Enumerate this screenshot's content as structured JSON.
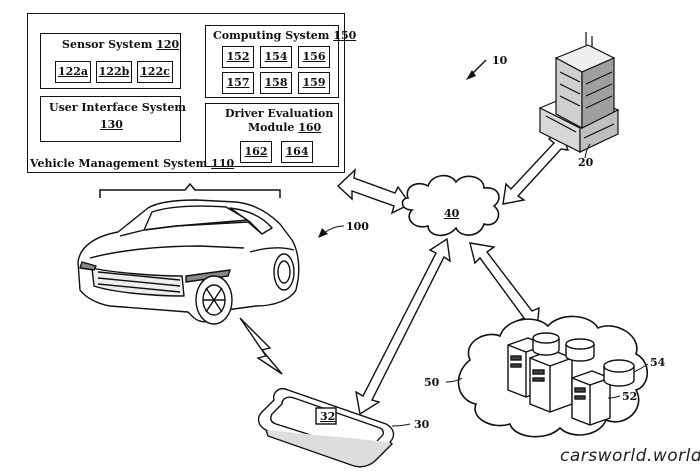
{
  "vehicle_management": {
    "title": "Vehicle Management System",
    "ref": "110",
    "sensor_system": {
      "title": "Sensor System",
      "ref": "120",
      "cells": [
        "122a",
        "122b",
        "122c"
      ]
    },
    "ui_system": {
      "title": "User Interface System",
      "ref": "130"
    },
    "computing_system": {
      "title": "Computing System",
      "ref": "150",
      "cells": [
        "152",
        "154",
        "156",
        "157",
        "158",
        "159"
      ]
    },
    "driver_eval": {
      "title_line1": "Driver Evaluation",
      "title_line2": "Module",
      "ref": "160",
      "cells": [
        "162",
        "164"
      ]
    }
  },
  "labels": {
    "system": "10",
    "building": "20",
    "network": "40",
    "vehicle": "100",
    "phone_screen": "32",
    "phone": "30",
    "server_cloud": "50",
    "server": "52",
    "database": "54"
  },
  "watermark": "carsworld.world"
}
